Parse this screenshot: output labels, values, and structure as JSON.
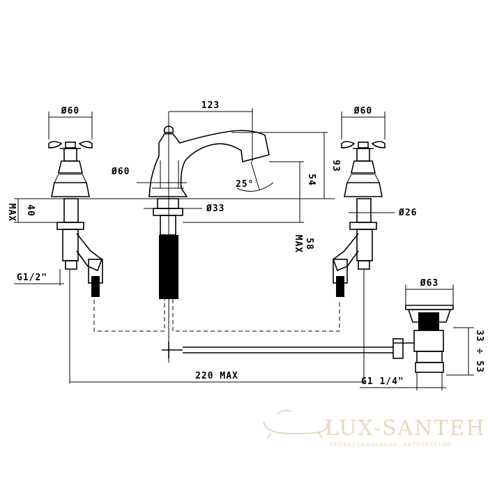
{
  "dimensions": {
    "left_handle_dia": "Ø60",
    "right_handle_dia": "Ø60",
    "spout_width": "123",
    "spout_height": "93",
    "spout_base_dia": "Ø60",
    "spout_outlet_height": "54",
    "spout_angle": "25°",
    "left_max_thickness": "40\nMAX",
    "left_max_value": "40",
    "left_max_label": "MAX",
    "center_rod_dia": "Ø33",
    "deck_max_value": "58",
    "deck_max_label": "MAX",
    "right_body_dia": "Ø26",
    "inlet_thread": "G1/2\"",
    "drain_dia": "Ø63",
    "drain_height": "33 ÷ 53",
    "drain_thread": "G1 1/4\"",
    "overall_width": "220 MAX"
  },
  "watermark": {
    "brand": "LUX-SANTEH",
    "tagline": "ПРОФЕССИОНАЛЬНО. АВТОРИТЕТНО.",
    "logo_icon": "bathtub-icon"
  }
}
